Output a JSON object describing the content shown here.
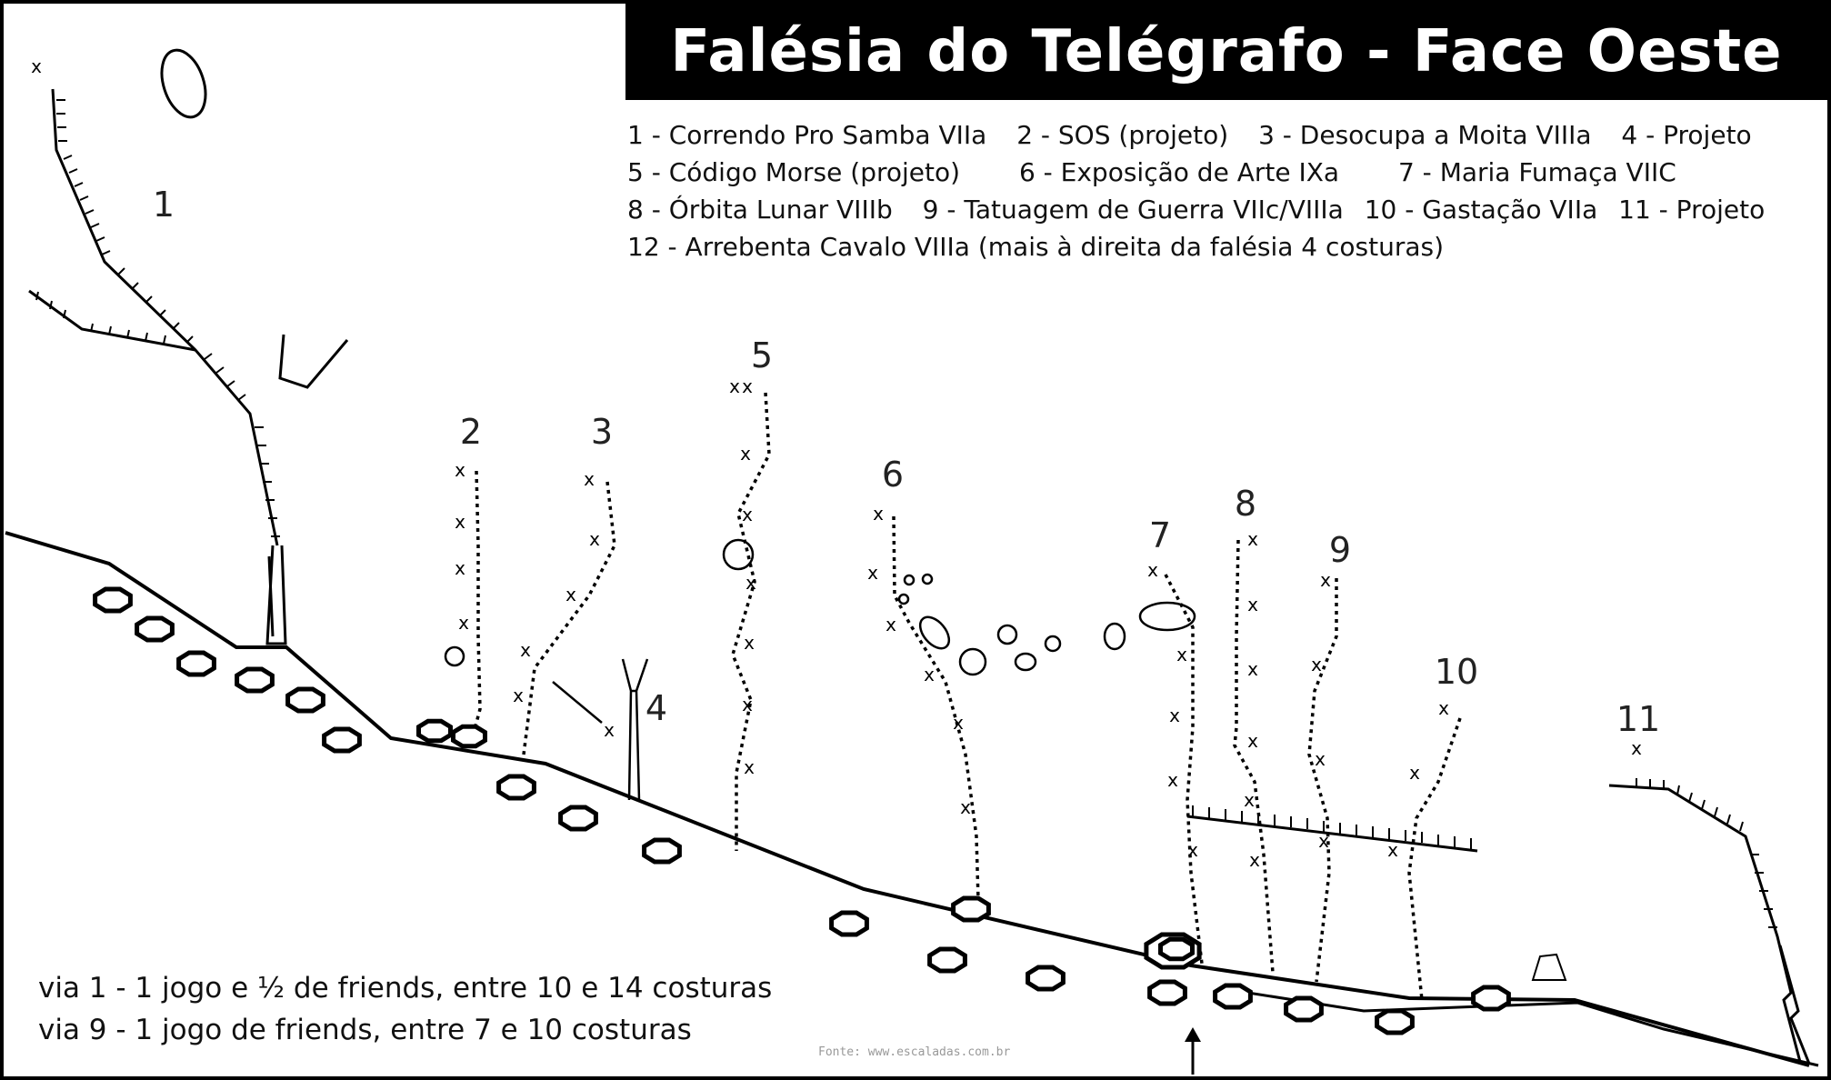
{
  "title": "Falésia do Telégrafo - Face Oeste",
  "legend": {
    "rows": [
      [
        "1 - Correndo Pro Samba VIIa",
        "2 - SOS (projeto)",
        "3 - Desocupa a Moita VIIIa",
        "4 - Projeto"
      ],
      [
        "5 - Código Morse (projeto)",
        "6 - Exposição de Arte IXa",
        "7 - Maria Fumaça VIIC"
      ],
      [
        "8 - Órbita Lunar VIIIb",
        "9 - Tatuagem de Guerra VIIc/VIIIa",
        "10 - Gastação VIIa",
        "11 - Projeto"
      ],
      [
        "12 - Arrebenta Cavalo VIIIa (mais à direita da falésia 4 costuras)"
      ]
    ]
  },
  "route_numbers": [
    "1",
    "2",
    "3",
    "4",
    "5",
    "6",
    "7",
    "8",
    "9",
    "10",
    "11"
  ],
  "bolt_mark": "x",
  "gear_notes": {
    "line1": "via 1 - 1 jogo e ½ de friends, entre 10 e 14 costuras",
    "line2": "via 9 - 1 jogo de friends, entre 7 e 10 costuras"
  },
  "source": "Fonte: www.escaladas.com.br"
}
